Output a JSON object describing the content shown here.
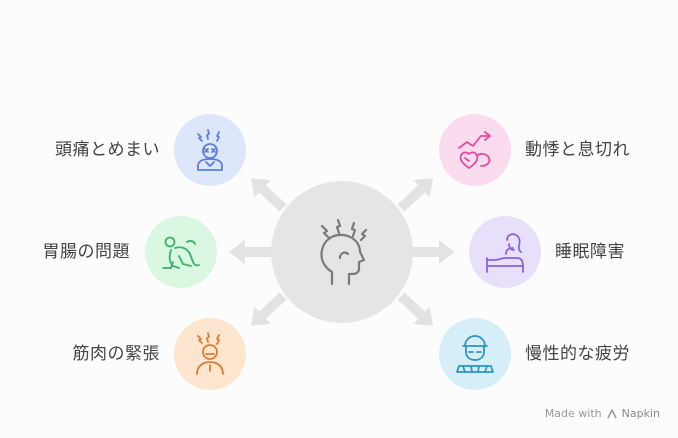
{
  "center": {
    "icon": "headache-head-icon"
  },
  "symptoms": {
    "headache": {
      "label": "頭痛とめまい",
      "icon": "dizzy-person-icon",
      "bg": "#dde6fb",
      "stroke": "#5b7fe0"
    },
    "stomach": {
      "label": "胃腸の問題",
      "icon": "crouching-person-icon",
      "bg": "#d9f7e1",
      "stroke": "#3fb069"
    },
    "muscle": {
      "label": "筋肉の緊張",
      "icon": "tense-person-icon",
      "bg": "#fde5d0",
      "stroke": "#e07b2e"
    },
    "palpitation": {
      "label": "動悸と息切れ",
      "icon": "palpitation-icon",
      "bg": "#fbdcee",
      "stroke": "#e04aa0"
    },
    "sleep": {
      "label": "睡眠障害",
      "icon": "sleep-bed-icon",
      "bg": "#e8e0fb",
      "stroke": "#8a63d9"
    },
    "fatigue": {
      "label": "慢性的な疲労",
      "icon": "fatigued-person-icon",
      "bg": "#d6eef8",
      "stroke": "#2f93c4"
    }
  },
  "footer": {
    "made_with": "Made with",
    "brand": "Napkin"
  }
}
